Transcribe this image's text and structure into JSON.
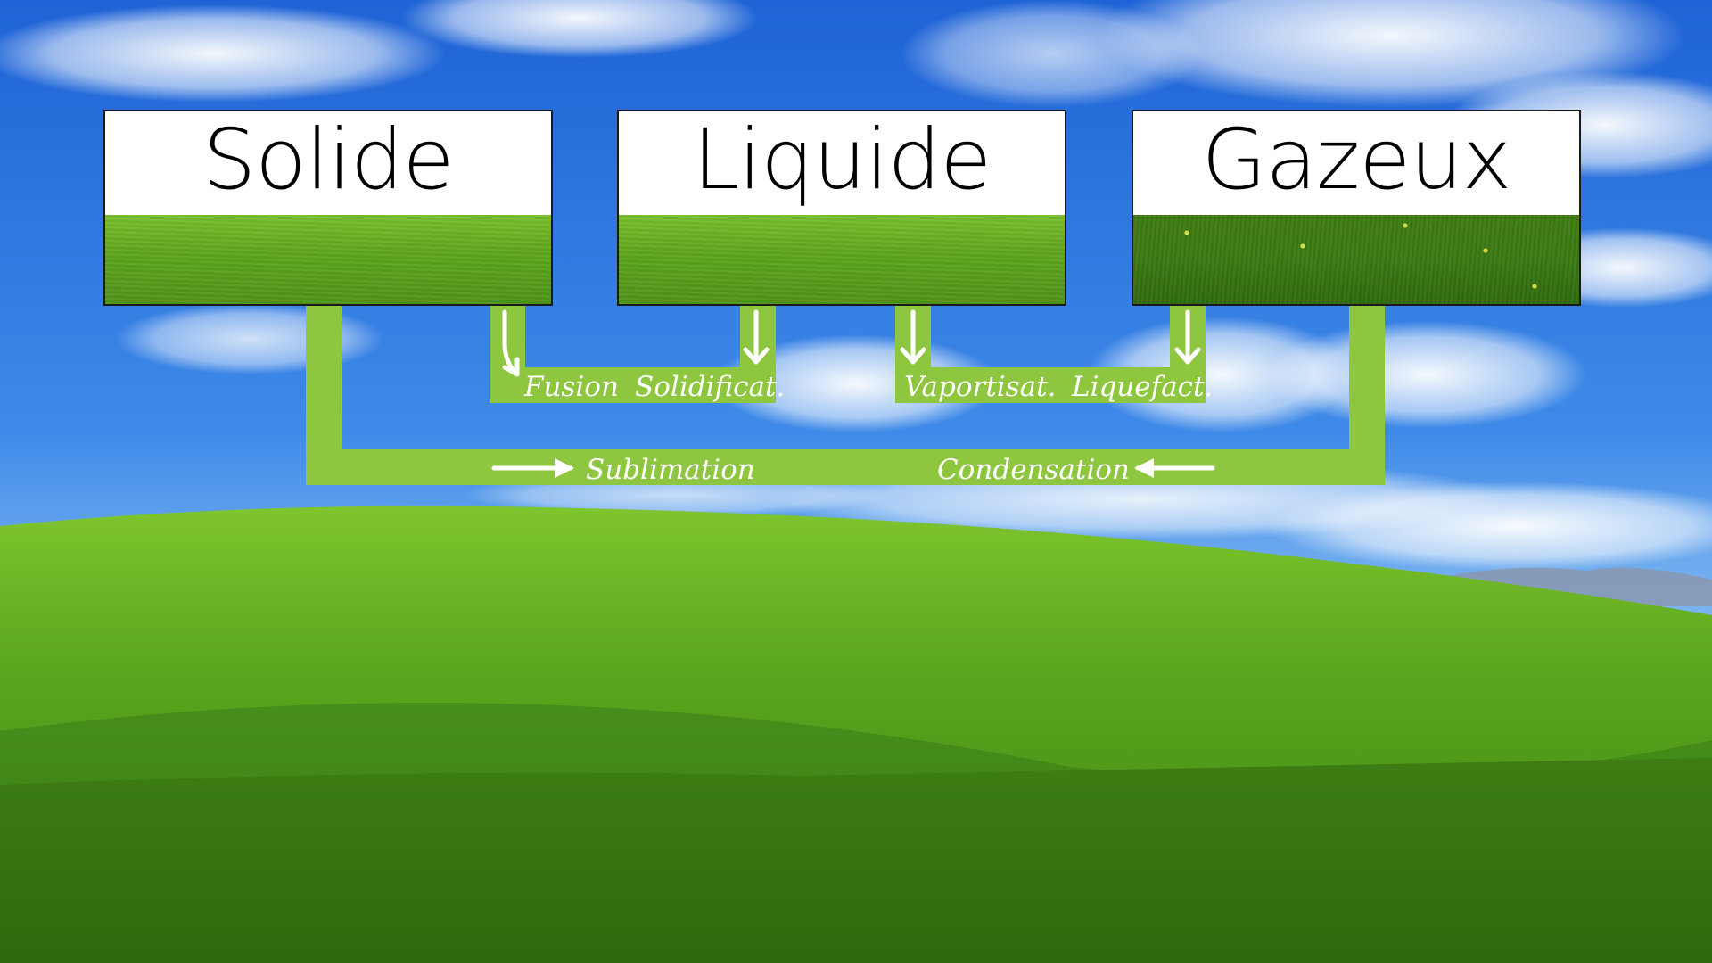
{
  "states": {
    "solid": "Solide",
    "liquid": "Liquide",
    "gas": "Gazeux"
  },
  "transitions": {
    "fusion": "Fusion",
    "solidification": "Solidificat.",
    "vaporisation": "Vaportisat.",
    "liquefaction": "Liquefact.",
    "sublimation": "Sublimation",
    "condensation": "Condensation"
  },
  "colors": {
    "connector": "#8ec63f",
    "arrow": "#ffffff",
    "label_text": "#ffffff",
    "card_border": "#1a1a1a"
  }
}
